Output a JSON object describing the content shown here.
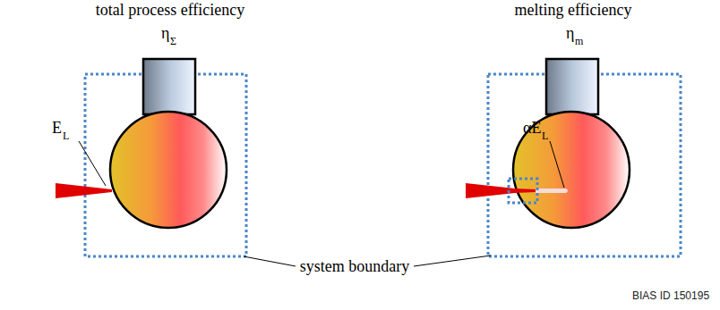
{
  "diagram": {
    "labels": [
      "total process efficiency",
      "η",
      "Σ",
      "melting efficiency",
      "η",
      "m",
      "E",
      "L",
      "αE",
      "L",
      "system boundary",
      "BIAS ID 150195"
    ]
  }
}
